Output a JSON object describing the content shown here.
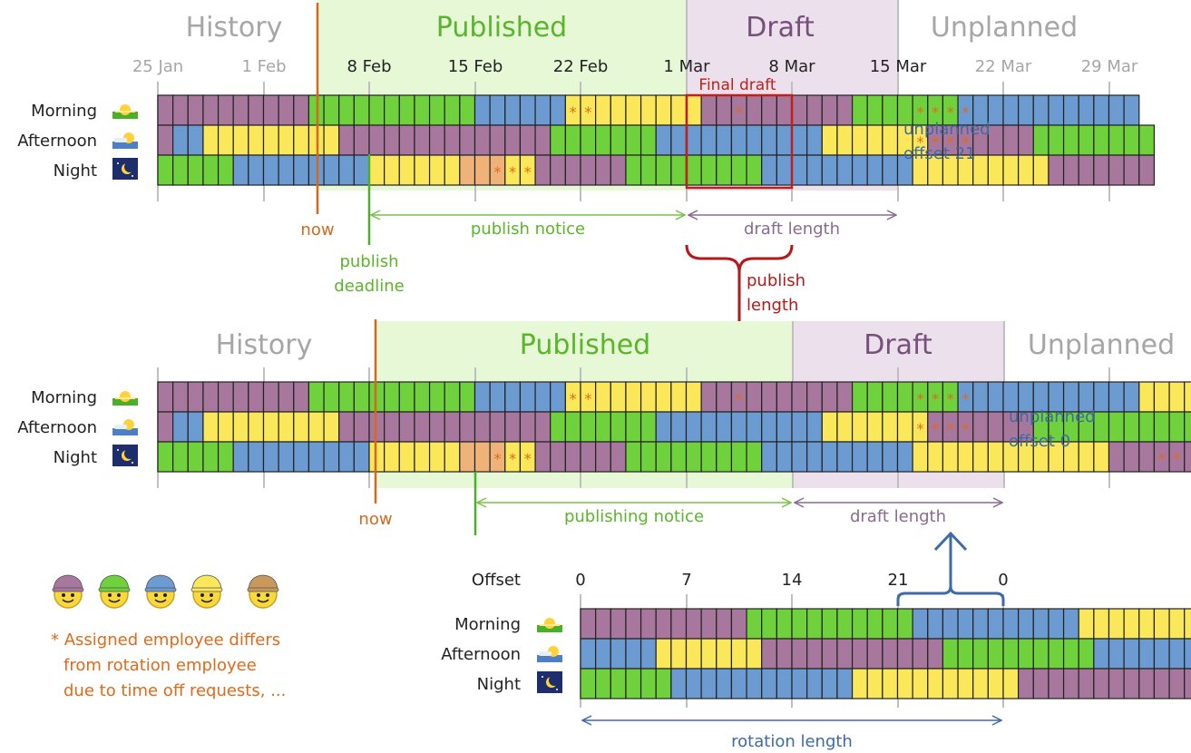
{
  "colors": {
    "purple": "#a7779e",
    "green": "#6fd13b",
    "blue": "#6b9bd1",
    "yellow": "#fbe75a",
    "orange_cell": "#efb37a",
    "history_text": "#a6a6a6",
    "published_bg": "#e6f8d6",
    "published_text": "#5ab52a",
    "draft_bg": "#ede0ed",
    "draft_text": "#76507a",
    "now_line": "#d2691e",
    "deadline_line": "#4caf2a",
    "notice_arrow": "#7ac04a",
    "draft_arrow": "#8a6a92",
    "final_draft": "#c0201a",
    "unplanned_offset": "#3e6aa6",
    "star": "#e06a18",
    "gray_line": "#bfbfbf"
  },
  "icons": [
    "sun-morning-icon",
    "sun-afternoon-icon",
    "moon-night-icon",
    "employee-face-icon"
  ],
  "shift_labels": [
    "Morning",
    "Afternoon",
    "Night"
  ],
  "top": {
    "regions": {
      "history": "History",
      "published": "Published",
      "draft": "Draft",
      "unplanned": "Unplanned"
    },
    "dates": [
      "25 Jan",
      "1 Feb",
      "8 Feb",
      "15 Feb",
      "22 Feb",
      "1 Mar",
      "8 Mar",
      "15 Mar",
      "22 Mar",
      "29 Mar"
    ],
    "now_label": "now",
    "publish_deadline_label": [
      "publish",
      "deadline"
    ],
    "publish_notice_label": "publish notice",
    "draft_length_label": "draft length",
    "final_draft_label": "Final draft",
    "unplanned_offset_label": [
      "unplanned",
      "offset 21"
    ],
    "rows": [
      "ppppppppppgggggggggggbbbbbbyyyyyyyyyppppppppppgggggggbbbbbbbbbbbb",
      "pbbyyyyyyyyyppppppppppppppgggggggbbbbbbbbbbbyyyyyyypppppppgggggggg",
      "gggggbbbbbbbbbyyyyyyoooyyppppppgggggggggbbbbbbbbbbyyyyyyyyyppppppp"
    ],
    "stars": [
      [
        0,
        27
      ],
      [
        0,
        28
      ],
      [
        0,
        38
      ],
      [
        0,
        50
      ],
      [
        0,
        51
      ],
      [
        0,
        52
      ],
      [
        0,
        53
      ],
      [
        1,
        50
      ],
      [
        1,
        51
      ],
      [
        1,
        52
      ],
      [
        1,
        53
      ],
      [
        2,
        22
      ],
      [
        2,
        23
      ],
      [
        2,
        24
      ]
    ]
  },
  "publish_length_label": [
    "publish",
    "length"
  ],
  "bottom": {
    "regions": {
      "history": "History",
      "published": "Published",
      "draft": "Draft",
      "unplanned": "Unplanned"
    },
    "now_label": "now",
    "publishing_notice_label": "publishing notice",
    "draft_length_label": "draft length",
    "unplanned_offset_label": [
      "unplanned",
      "offset 0"
    ],
    "rows": [
      "ppppppppppgggggggggggbbbbbbyyyyyyyyyppppppppppgggggggbbbbbbbbbbbbyyyyyyyyyyy",
      "pbbyyyyyyyyyppppppppppppppgggggggbbbbbbbbbbbyyyyyyypppppppgggggggggggggggggg",
      "gggggbbbbbbbbbyyyyyyoooyyppppppgggggggggbbbbbbbbbbyyyyyyyyyyyyypppppppppgggg"
    ],
    "stars": [
      [
        0,
        27
      ],
      [
        0,
        28
      ],
      [
        0,
        38
      ],
      [
        0,
        50
      ],
      [
        0,
        51
      ],
      [
        0,
        52
      ],
      [
        0,
        53
      ],
      [
        1,
        50
      ],
      [
        1,
        51
      ],
      [
        1,
        52
      ],
      [
        1,
        53
      ],
      [
        2,
        22
      ],
      [
        2,
        23
      ],
      [
        2,
        24
      ],
      [
        2,
        66
      ],
      [
        2,
        67
      ]
    ]
  },
  "rotation": {
    "offset_label": "Offset",
    "offset_ticks": [
      "0",
      "7",
      "14",
      "21",
      "0"
    ],
    "rotation_length_label": "rotation length",
    "rows": [
      "pppppppppppgggggggggggbbbbbbbbbbbyyyyyyyyyyy",
      "bbbbbyyyyyyyppppppppppppggggggggggbbbbbbbbbb",
      "ggggggbbbbbbbbbbbbyyyyyyyyyyyppppppppppppggg"
    ]
  },
  "legend": {
    "employee_hat_colors": [
      "#a7779e",
      "#6fd13b",
      "#6b9bd1",
      "#fbe75a",
      "#c8995a"
    ],
    "footnote": [
      "* Assigned employee differs",
      "from rotation employee",
      "due to time off requests, ..."
    ]
  }
}
